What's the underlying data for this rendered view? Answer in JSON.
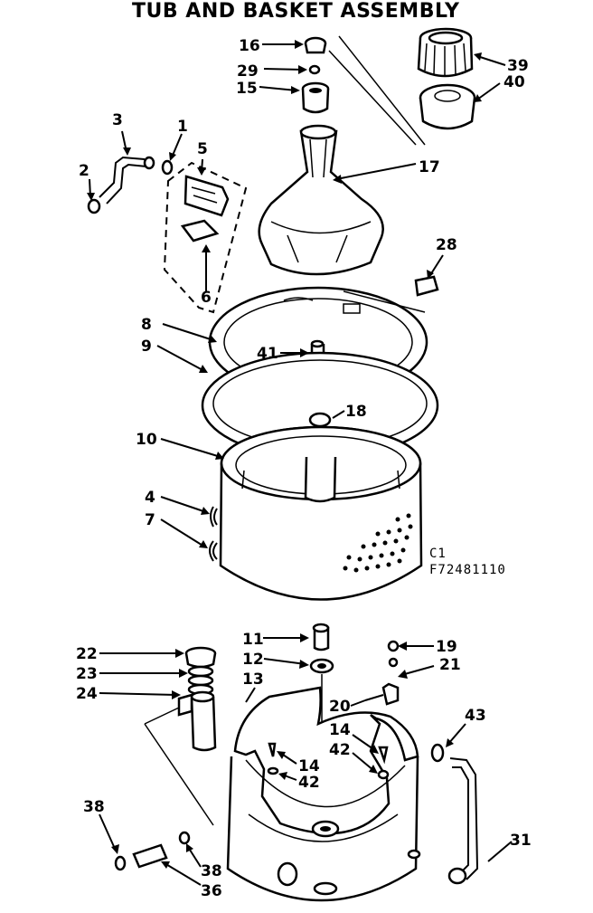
{
  "title": "TUB AND BASKET ASSEMBLY",
  "drawing_code_line1": "C1",
  "drawing_code_line2": "F72481110",
  "callouts": {
    "c1": "1",
    "c2": "2",
    "c3": "3",
    "c4": "4",
    "c5": "5",
    "c6": "6",
    "c7": "7",
    "c8": "8",
    "c9": "9",
    "c10": "10",
    "c11": "11",
    "c12": "12",
    "c13": "13",
    "c14a": "14",
    "c14b": "14",
    "c15": "15",
    "c16": "16",
    "c17": "17",
    "c18": "18",
    "c19": "19",
    "c20": "20",
    "c21": "21",
    "c22": "22",
    "c23": "23",
    "c24": "24",
    "c28": "28",
    "c29": "29",
    "c31": "31",
    "c36": "36",
    "c38a": "38",
    "c38b": "38",
    "c39": "39",
    "c40": "40",
    "c41": "41",
    "c42a": "42",
    "c42b": "42",
    "c43": "43"
  }
}
